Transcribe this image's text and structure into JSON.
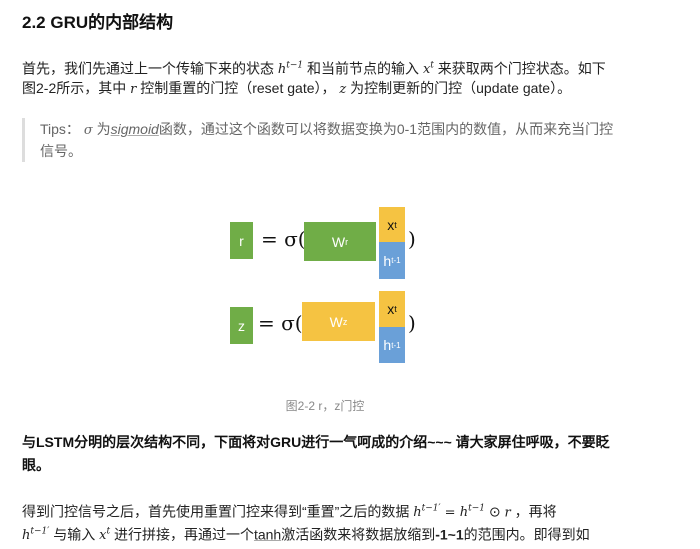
{
  "heading": "2.2 GRU的内部结构",
  "para1": {
    "a": "首先，我们先通过上一个传输下来的状态 ",
    "h": "h",
    "hsup": "t−1",
    "b": " 和当前节点的输入 ",
    "x": "x",
    "xsup": "t",
    "c": " 来获取两个门控状态。如下",
    "d": "图2-2所示，其中 ",
    "r": "r",
    "e": " 控制重置的门控（reset gate）， ",
    "z": "z",
    "f": " 为控制更新的门控（update gate）。"
  },
  "tips": {
    "a": "Tips： ",
    "sigma": "σ",
    "b": " 为",
    "link": "sigmoid",
    "c": "函数，通过这个函数可以将数据变换为0-1范围内的数值，从而来充当门控",
    "d": "信号。"
  },
  "figure": {
    "r": "r",
    "z": "z",
    "eq": "= σ(",
    "close": ")",
    "wr": "W",
    "wr_sup": "r",
    "wz": "W",
    "wz_sup": "z",
    "x": "x",
    "x_sup": "t",
    "h": "h",
    "h_sup": "t-1",
    "caption": "图2-2 r，z门控"
  },
  "bold_para": {
    "l1": "与LSTM分明的层次结构不同，下面将对GRU进行一气呵成的介绍~~~ 请大家屏住呼吸，不要眨",
    "l2": "眼。"
  },
  "para3": {
    "a": "得到门控信号之后，首先使用重置门控来得到“重置”之后的数据 ",
    "m1": "h",
    "m1sup": "t−1′",
    "eqsign": " = ",
    "m2": "h",
    "m2sup": "t−1",
    "odot": " ⊙ ",
    "r": "r",
    "b": " ，再将",
    "m3": "h",
    "m3sup": "t−1′",
    "c": " 与输入 ",
    "x": "x",
    "xsup": "t",
    "d": " 进行拼接，再通过一个",
    "link": "tanh",
    "e": "激活函数来将数据放缩到",
    "bold": "-1~1",
    "f": "的范围内。即得到如"
  }
}
